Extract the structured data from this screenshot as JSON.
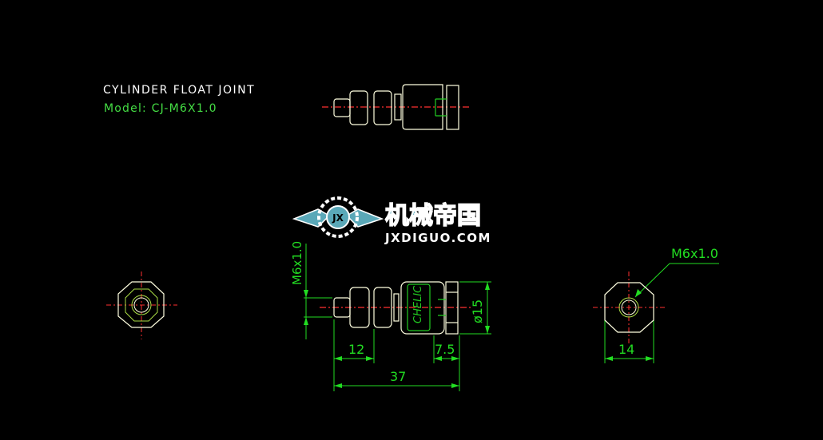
{
  "title": {
    "line1": "CYLINDER FLOAT JOINT",
    "line2": "Model: CJ-M6X1.0"
  },
  "watermark": {
    "cn": "机械帝国",
    "en": "JXDIGUO.COM",
    "badge": "JX"
  },
  "dimensions": {
    "thread_left": "M6x1.0",
    "thread_right": "M6x1.0",
    "dia": "ø15",
    "len_thread": "12",
    "len_end": "7.5",
    "len_total": "37",
    "hex_width": "14"
  },
  "body_text": {
    "brand": "CHELIC"
  },
  "colors": {
    "background": "#000000",
    "outline": "#ffffe0",
    "dim": "#00e000",
    "center": "#ff2020",
    "title": "#ffffff",
    "model": "#44dd44",
    "logo": "#5aa8b8"
  }
}
